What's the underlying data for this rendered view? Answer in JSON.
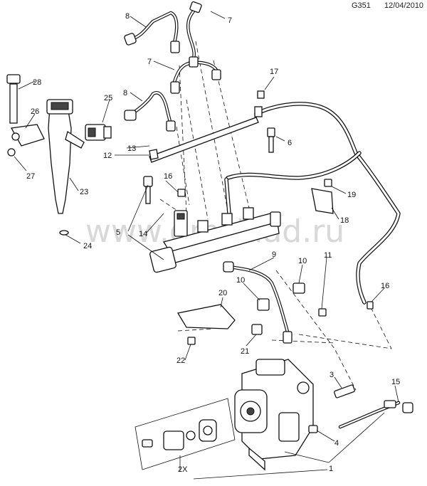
{
  "header": {
    "code": "G351",
    "date": "12/04/2010"
  },
  "watermark": "www.gmsklad.ru",
  "callouts": {
    "c1": "1",
    "c2x": "2X",
    "c3": "3",
    "c4": "4",
    "c5": "5",
    "c6": "6",
    "c7a": "7",
    "c7b": "7",
    "c8a": "8",
    "c8b": "8",
    "c9": "9",
    "c10a": "10",
    "c10b": "10",
    "c11": "11",
    "c12": "12",
    "c13": "13",
    "c14": "14",
    "c15": "15",
    "c16a": "16",
    "c16b": "16",
    "c17": "17",
    "c18": "18",
    "c19": "19",
    "c20": "20",
    "c21": "21",
    "c22": "22",
    "c23": "23",
    "c24": "24",
    "c25": "25",
    "c26": "26",
    "c27": "27",
    "c28": "28"
  }
}
